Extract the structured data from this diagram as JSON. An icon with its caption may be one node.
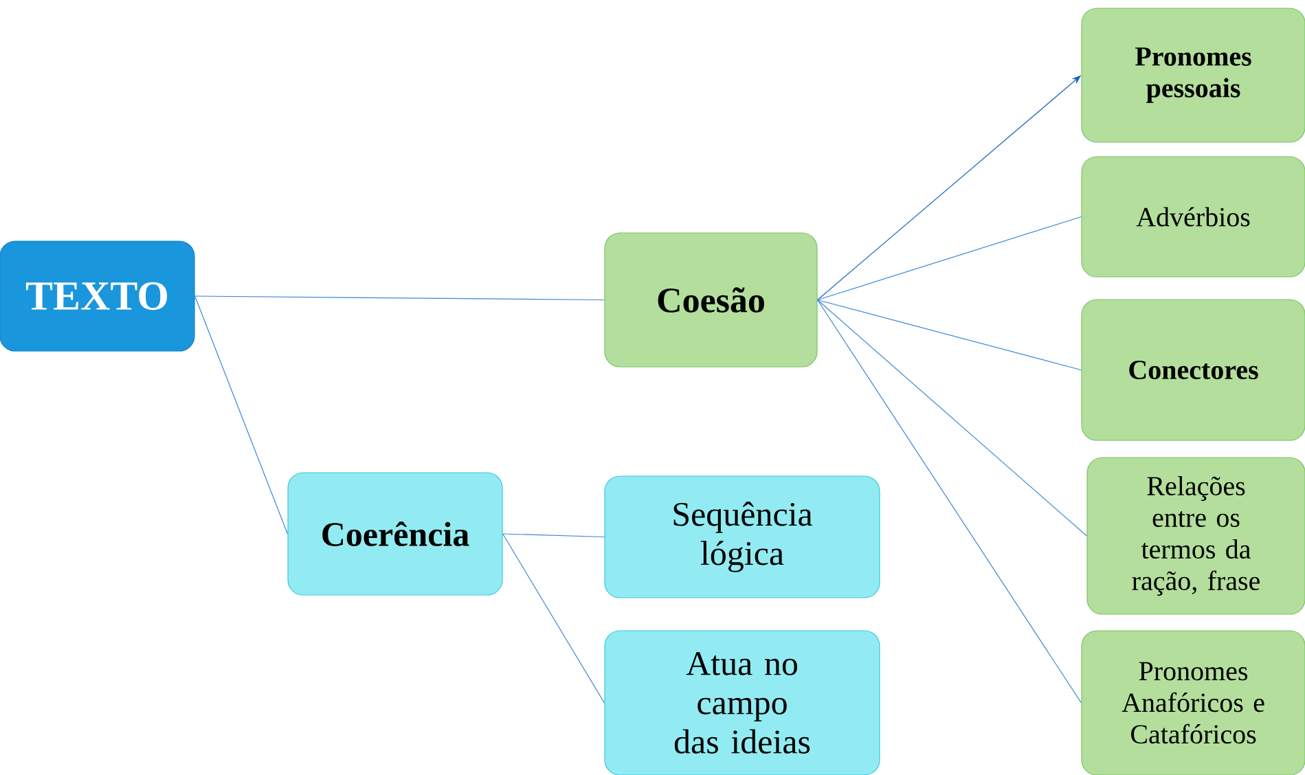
{
  "diagram": {
    "nodes": [
      {
        "text": [
          "TEXTO"
        ]
      },
      {
        "text": [
          "Coesão"
        ]
      },
      {
        "text": [
          "Coerência"
        ]
      },
      {
        "text": [
          "Pronomes pessoais"
        ]
      },
      {
        "text": [
          "Advérbios"
        ]
      },
      {
        "text": [
          "Conectores"
        ]
      },
      {
        "text": [
          "Relações entre os termos da ração, frase"
        ]
      },
      {
        "text": [
          "Pronomes Anafóricos e Catafóricos"
        ]
      },
      {
        "text": [
          "Sequência lógica"
        ]
      },
      {
        "text": [
          "Atua no campo das ideias"
        ]
      }
    ],
    "edges": [
      {
        "from": 0,
        "to": 1,
        "arrow": "none"
      },
      {
        "from": 0,
        "to": 2,
        "arrow": "none"
      },
      {
        "from": 1,
        "to": 3,
        "arrow": "to",
        "color": "#1565c0"
      },
      {
        "from": 1,
        "to": 4,
        "arrow": "none"
      },
      {
        "from": 1,
        "to": 5,
        "arrow": "none"
      },
      {
        "from": 1,
        "to": 6,
        "arrow": "none"
      },
      {
        "from": 1,
        "to": 7,
        "arrow": "none"
      },
      {
        "from": 2,
        "to": 8,
        "arrow": "none"
      },
      {
        "from": 2,
        "to": 9,
        "arrow": "none"
      }
    ]
  }
}
